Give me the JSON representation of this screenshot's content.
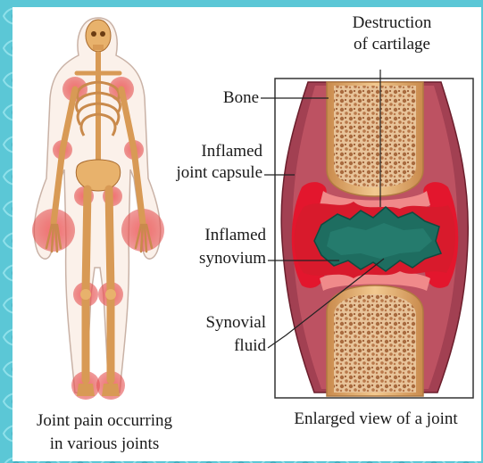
{
  "labels": {
    "destruction_line1": "Destruction",
    "destruction_line2": "of cartilage",
    "bone": "Bone",
    "capsule_line1": "Inflamed",
    "capsule_line2": "joint capsule",
    "synovium_line1": "Inflamed",
    "synovium_line2": "synovium",
    "fluid_line1": "Synovial",
    "fluid_line2": "fluid"
  },
  "captions": {
    "left_line1": "Joint pain occurring",
    "left_line2": "in various joints",
    "right": "Enlarged view of a joint"
  },
  "colors": {
    "frame_bg": "#5bc7d6",
    "bone": "#e9b97d",
    "bone_spongy": "#a86a3e",
    "inflammation": "#d81a2c",
    "synovial_fluid": "#1e6d60",
    "joint_highlight": "#e45b5b"
  }
}
